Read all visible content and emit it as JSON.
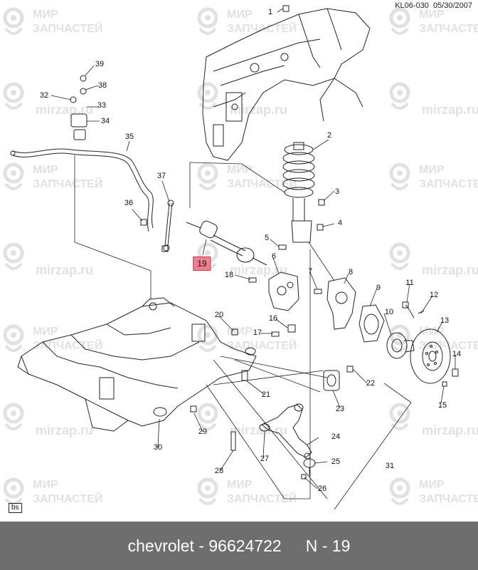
{
  "header": {
    "code": "KL06-030",
    "date": "05/30/2007"
  },
  "callouts": [
    {
      "id": "c1",
      "text": "1"
    },
    {
      "id": "c2",
      "text": "2"
    },
    {
      "id": "c3",
      "text": "3"
    },
    {
      "id": "c4",
      "text": "4"
    },
    {
      "id": "c5",
      "text": "5"
    },
    {
      "id": "c6",
      "text": "6"
    },
    {
      "id": "c7",
      "text": "7"
    },
    {
      "id": "c8",
      "text": "8"
    },
    {
      "id": "c9",
      "text": "9"
    },
    {
      "id": "c10",
      "text": "10"
    },
    {
      "id": "c11",
      "text": "11"
    },
    {
      "id": "c12",
      "text": "12"
    },
    {
      "id": "c13",
      "text": "13"
    },
    {
      "id": "c14",
      "text": "14"
    },
    {
      "id": "c15",
      "text": "15"
    },
    {
      "id": "c16",
      "text": "16"
    },
    {
      "id": "c17",
      "text": "17"
    },
    {
      "id": "c18",
      "text": "18"
    },
    {
      "id": "c19",
      "text": "19"
    },
    {
      "id": "c20",
      "text": "20"
    },
    {
      "id": "c21",
      "text": "21"
    },
    {
      "id": "c22",
      "text": "22"
    },
    {
      "id": "c23",
      "text": "23"
    },
    {
      "id": "c24",
      "text": "24"
    },
    {
      "id": "c25",
      "text": "25"
    },
    {
      "id": "c26",
      "text": "26"
    },
    {
      "id": "c27",
      "text": "27"
    },
    {
      "id": "c28",
      "text": "28"
    },
    {
      "id": "c29",
      "text": "29"
    },
    {
      "id": "c30",
      "text": "30"
    },
    {
      "id": "c31",
      "text": "31"
    },
    {
      "id": "c32",
      "text": "32"
    },
    {
      "id": "c33",
      "text": "33"
    },
    {
      "id": "c34",
      "text": "34"
    },
    {
      "id": "c35",
      "text": "35"
    },
    {
      "id": "c36",
      "text": "36"
    },
    {
      "id": "c37",
      "text": "37"
    },
    {
      "id": "c38",
      "text": "38"
    },
    {
      "id": "c39",
      "text": "39"
    }
  ],
  "highlighted_part": "19",
  "corner_label": "bs",
  "watermark": {
    "line1": "МИР",
    "line2": "ЗАПЧАСТЕЙ",
    "site": "mirzap.ru"
  },
  "footer": {
    "brand": "chevrolet",
    "dash": "-",
    "part_number": "96624722",
    "reference": "N - 19"
  },
  "colors": {
    "highlight": "#f08090",
    "footer_bg": "#6e6e6e",
    "line": "#222222"
  }
}
